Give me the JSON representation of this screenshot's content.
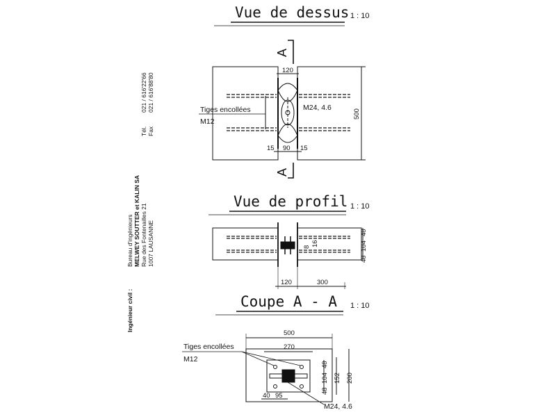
{
  "titles": {
    "top": "Vue de dessus",
    "profile": "Vue de profil",
    "section": "Coupe A - A",
    "scale": "1 : 10"
  },
  "section_marker": "A",
  "top_view": {
    "dim_top": "120",
    "dim_right": "500",
    "dim_bottom_left": "15",
    "dim_bottom_mid": "90",
    "dim_bottom_right": "15",
    "label_rods": "Tiges encollées",
    "label_rod_size": "M12",
    "label_bolt": "M24, 4.6"
  },
  "profile_view": {
    "dim_48_top": "48",
    "dim_104": "104",
    "dim_48_bot": "48",
    "dim_8": "8",
    "dim_16": "16",
    "dim_120": "120",
    "dim_300": "300"
  },
  "section_view": {
    "dim_500": "500",
    "dim_270": "270",
    "dim_48_top": "48",
    "dim_104": "104",
    "dim_48_bot": "48",
    "dim_152": "152",
    "dim_200": "200",
    "dim_40": "40",
    "dim_95": "95",
    "label_rods": "Tiges encollées",
    "label_rod_size": "M12",
    "label_bolt": "M24, 4.6"
  },
  "sidebar": {
    "role": "Ingénieur civil :",
    "firm_line1": "Bureau d'ingénieurs",
    "firm_line2": "MELWEY SOUTTER et KALIN SA",
    "firm_line3": "Rue des Fontenailles 21",
    "firm_line4": "1007 LAUSANNE",
    "tel_label": "Tél.",
    "tel_value": "021 / 616'22'66",
    "fax_label": "Fax",
    "fax_value": "021 / 616'88'80"
  }
}
